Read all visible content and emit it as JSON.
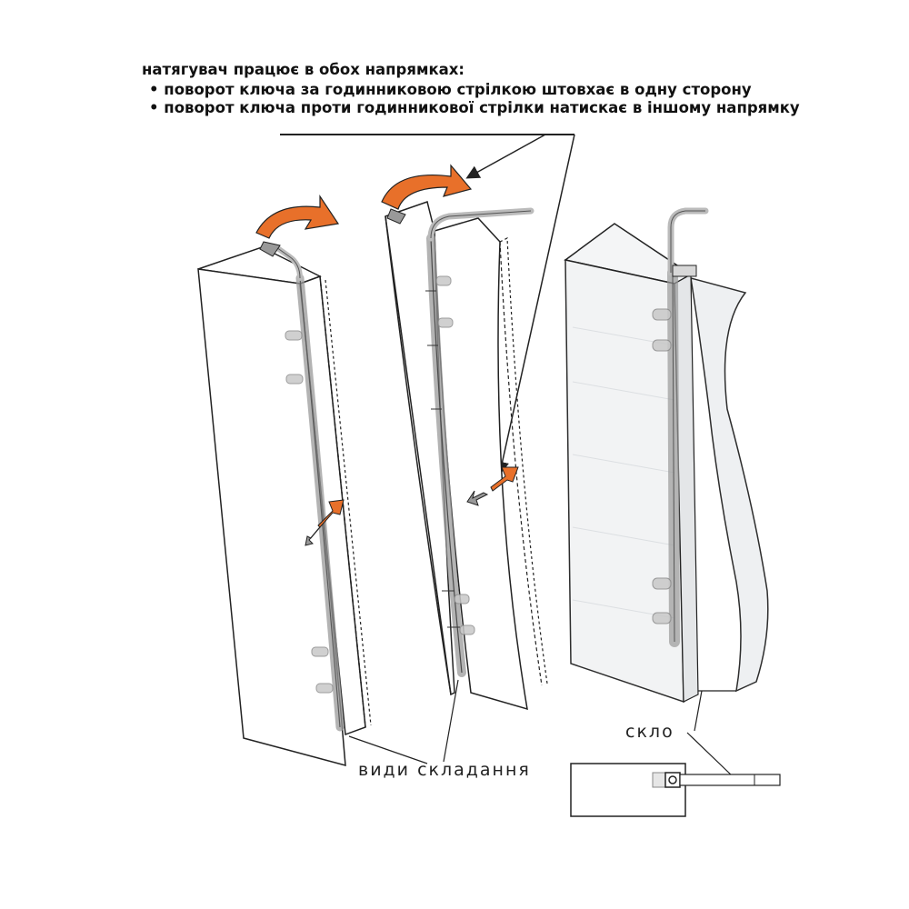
{
  "caption": {
    "heading": "натягувач працює в обох напрямках:",
    "bullet_1": "• поворот ключа за годинниковою стрілкою штовхає в одну сторону",
    "bullet_2": "• поворот ключа проти годинникової стрілки натискає в іншому напрямку"
  },
  "labels": {
    "assembly": "види складання",
    "glass": "скло"
  },
  "colors": {
    "accent": "#e8702a",
    "rod": "#8a8a8a",
    "outline": "#222222",
    "glass_fill": "#eef0f2"
  }
}
